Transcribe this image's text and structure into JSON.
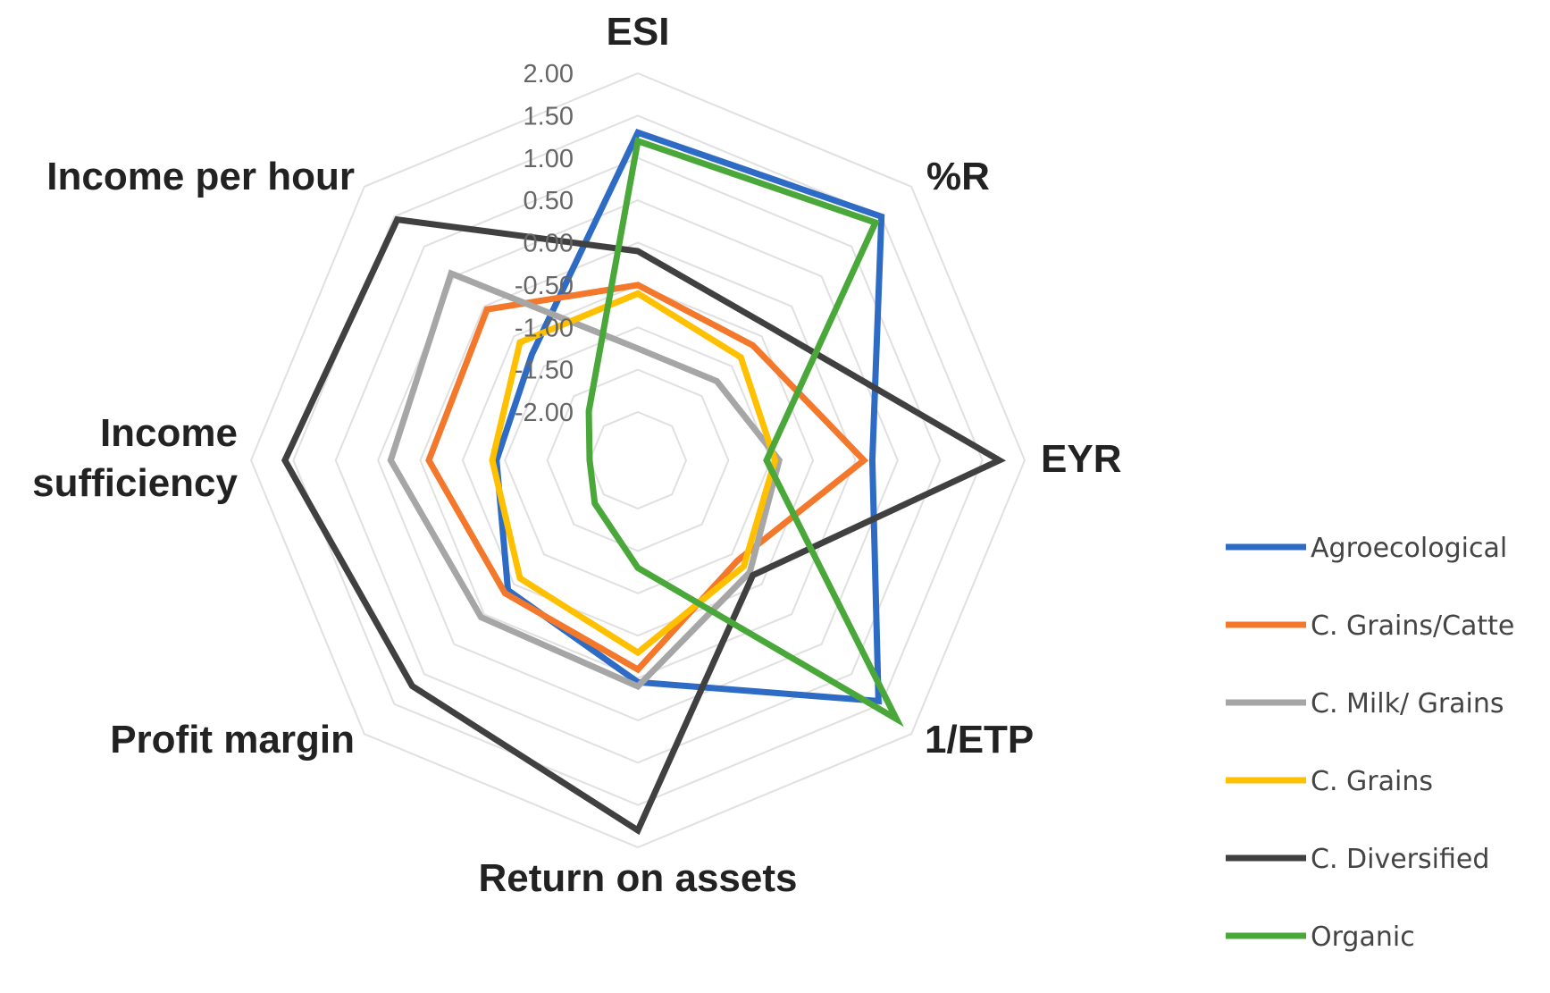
{
  "chart_data": {
    "type": "radar",
    "axes": [
      "ESI",
      "%R",
      "EYR",
      "1/ETP",
      "Return on assets",
      "Profit margin",
      "Income sufficiency",
      "Income per hour"
    ],
    "axis_label_lines": [
      [
        "ESI"
      ],
      [
        "%R"
      ],
      [
        "EYR"
      ],
      [
        "1/ETP"
      ],
      [
        "Return on assets"
      ],
      [
        "Profit margin"
      ],
      [
        "Income",
        "sufficiency"
      ],
      [
        "Income per hour"
      ]
    ],
    "range": [
      -2.0,
      2.0
    ],
    "ticks": [
      2.0,
      1.5,
      1.0,
      0.5,
      0.0,
      -0.5,
      -1.0,
      -1.5,
      -2.0
    ],
    "tick_labels": [
      "2.00",
      "1.50",
      "1.00",
      "0.50",
      "0.00",
      "-0.50",
      "-1.00",
      "-1.50",
      "-2.00"
    ],
    "grid": true,
    "legend_position": "right",
    "series": [
      {
        "name": "Agroecological",
        "color": "#2e6bc4",
        "values": [
          1.3,
          1.5,
          0.2,
          1.45,
          0.05,
          -0.4,
          -0.9,
          -0.8
        ]
      },
      {
        "name": "C. Grains/Catte",
        "color": "#f4782c",
        "values": [
          -0.5,
          -0.65,
          0.1,
          -0.9,
          -0.1,
          -0.35,
          -0.1,
          -0.05
        ]
      },
      {
        "name": "C. Milk/ Grains",
        "color": "#a6a6a6",
        "values": [
          -1.25,
          -1.25,
          -0.9,
          -0.7,
          0.1,
          0.05,
          0.35,
          0.55
        ]
      },
      {
        "name": "C. Grains",
        "color": "#ffc000",
        "values": [
          -0.6,
          -0.85,
          -0.95,
          -0.8,
          -0.3,
          -0.6,
          -0.85,
          -0.6
        ]
      },
      {
        "name": "C. Diversified",
        "color": "#404040",
        "values": [
          -0.1,
          -0.35,
          1.7,
          -0.65,
          1.8,
          1.2,
          1.6,
          1.45
        ]
      },
      {
        "name": "Organic",
        "color": "#4aa83a",
        "values": [
          1.2,
          1.4,
          -1.05,
          1.75,
          -1.3,
          -1.85,
          -2.0,
          -1.75
        ]
      }
    ]
  }
}
